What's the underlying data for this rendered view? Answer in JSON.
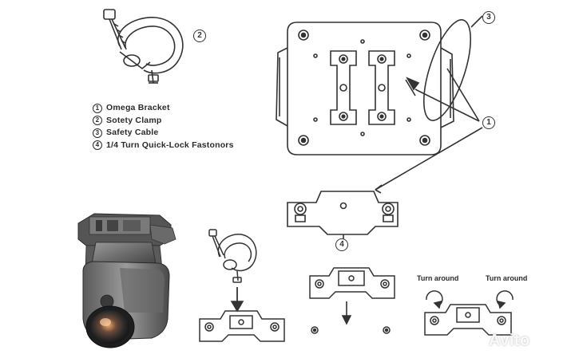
{
  "legend": [
    {
      "num": "1",
      "text": "Omega Bracket"
    },
    {
      "num": "2",
      "text": "Sotety Clamp"
    },
    {
      "num": "3",
      "text": "Safety Cable"
    },
    {
      "num": "4",
      "text": "1/4 Turn Quick-Lock Fastonors"
    }
  ],
  "callouts": {
    "clamp": "2",
    "cable": "3",
    "bracket": "1",
    "fastener": "4"
  },
  "turn_left": "Turn around",
  "turn_right": "Turn around",
  "watermark": "Avito",
  "colors": {
    "line": "#333333",
    "fixture_body": "#6f6f6f",
    "fixture_dark": "#3a3a3a"
  }
}
